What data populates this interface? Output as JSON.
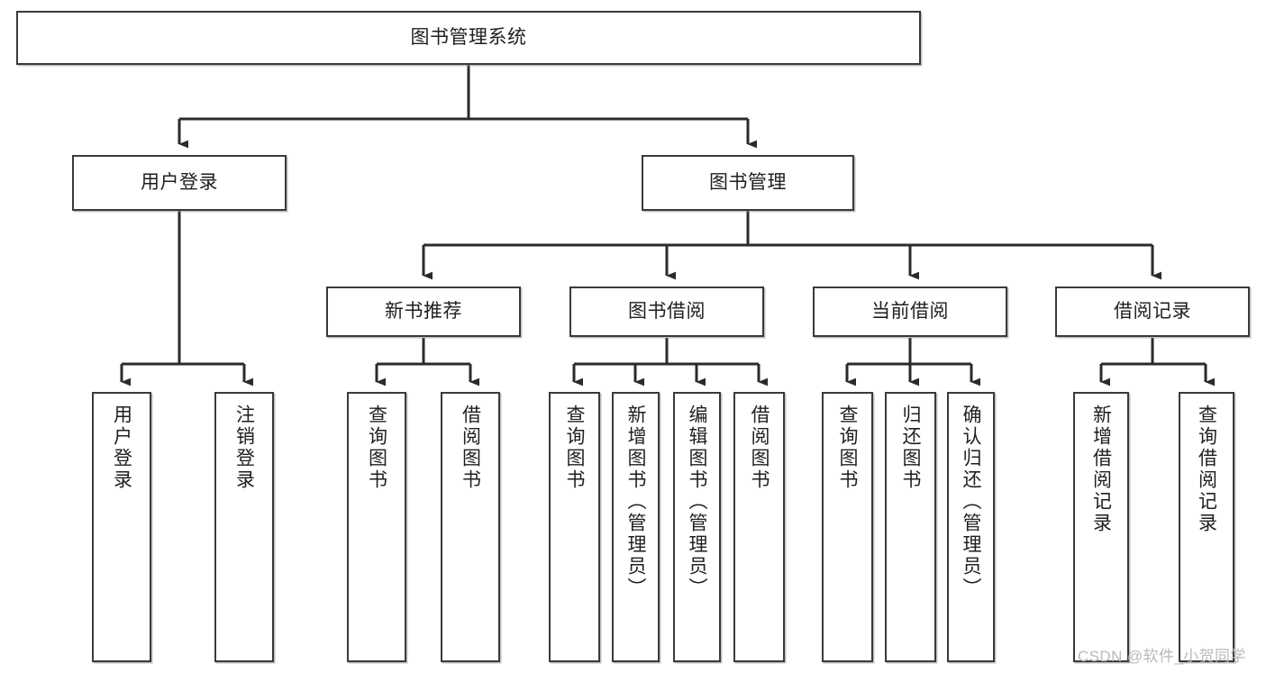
{
  "diagram": {
    "type": "tree-hierarchy",
    "title": "图书管理系统",
    "orientation": "top-down",
    "colors": {
      "background": "#ffffff",
      "node_border": "#3a3a3a",
      "node_fill": "#ffffff",
      "edge": "#2b2b2b",
      "label_text": "#1f1f1f",
      "watermark_text": "#b9b9b9"
    },
    "watermark": "CSDN @软件_小贺同学",
    "levels": {
      "root": {
        "label": "图书管理系统"
      },
      "level2": [
        {
          "label": "用户登录"
        },
        {
          "label": "图书管理"
        }
      ],
      "level3": [
        {
          "label": "新书推荐"
        },
        {
          "label": "图书借阅"
        },
        {
          "label": "当前借阅"
        },
        {
          "label": "借阅记录"
        }
      ],
      "leaves": {
        "用户登录": [
          {
            "label": "用户登录"
          },
          {
            "label": "注销登录"
          }
        ],
        "新书推荐": [
          {
            "label": "查询图书"
          },
          {
            "label": "借阅图书"
          }
        ],
        "图书借阅": [
          {
            "label": "查询图书"
          },
          {
            "label": "新增图书（管理员）"
          },
          {
            "label": "编辑图书（管理员）"
          },
          {
            "label": "借阅图书"
          }
        ],
        "当前借阅": [
          {
            "label": "查询图书"
          },
          {
            "label": "归还图书"
          },
          {
            "label": "确认归还（管理员）"
          }
        ],
        "借阅记录": [
          {
            "label": "新增借阅记录"
          },
          {
            "label": "查询借阅记录"
          }
        ]
      }
    },
    "nodes": {
      "root": "图书管理系统",
      "user_login": "用户登录",
      "book_manage": "图书管理",
      "new_book_rec": "新书推荐",
      "book_borrow": "图书借阅",
      "current_borrow": "当前借阅",
      "borrow_record": "借阅记录",
      "leaf_user_login": "用户登录",
      "leaf_logout": "注销登录",
      "leaf_query_book_1": "查询图书",
      "leaf_borrow_book_1": "借阅图书",
      "leaf_query_book_2": "查询图书",
      "leaf_add_book": "新增图书（管理员）",
      "leaf_edit_book": "编辑图书（管理员）",
      "leaf_borrow_book_2": "借阅图书",
      "leaf_query_book_3": "查询图书",
      "leaf_return_book": "归还图书",
      "leaf_confirm_return": "确认归还（管理员）",
      "leaf_add_record": "新增借阅记录",
      "leaf_query_record": "查询借阅记录"
    }
  }
}
